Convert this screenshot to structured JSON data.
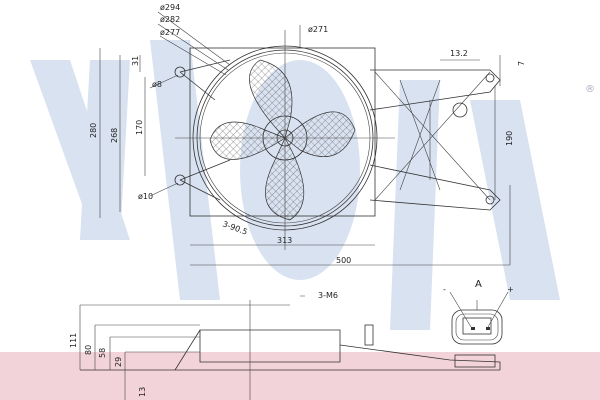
{
  "watermark": {
    "text": "Nissens",
    "registered": "®",
    "color": "#c9d6ea",
    "band_color": "#f3d3da"
  },
  "front_view": {
    "dims": {
      "d294": "ø294",
      "d282": "ø282",
      "d277": "ø277",
      "d271": "ø271",
      "h31": "31",
      "d8": "ø8",
      "h280": "280",
      "h268": "268",
      "h170": "170",
      "d10": "ø10",
      "holes": "3-90.5",
      "w313": "313",
      "w500": "500",
      "w13_2": "13.2",
      "h7": "7",
      "h190": "190"
    }
  },
  "side_view": {
    "dims": {
      "bolts": "3-M6",
      "h111": "111",
      "h80": "80",
      "h58": "58",
      "h29": "29",
      "h13": "13"
    }
  },
  "connector": {
    "label": "A",
    "minus": "-",
    "plus": "+"
  }
}
